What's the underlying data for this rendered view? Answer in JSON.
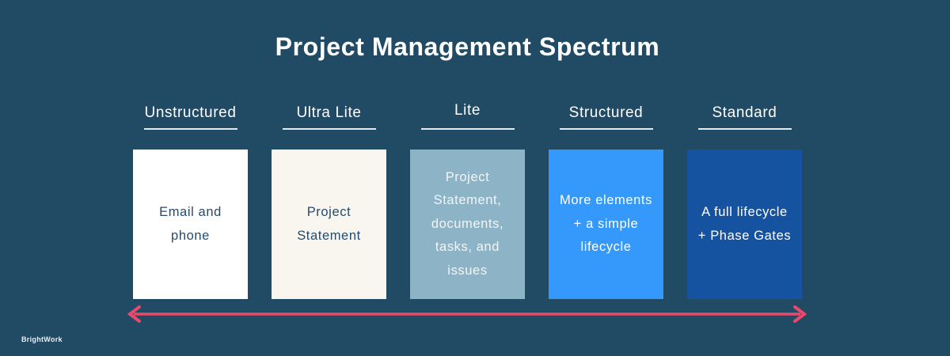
{
  "page": {
    "background": "#214A64",
    "title": "Project Management Spectrum"
  },
  "brand": {
    "logo_text": "BrightWork"
  },
  "spectrum": {
    "arrow_color": "#E9496B",
    "columns": [
      {
        "label": "Unstructured",
        "card_text": "Email and\nphone",
        "card_bg": "#FFFFFF",
        "card_text_color": "#254B6B"
      },
      {
        "label": "Ultra Lite",
        "card_text": "Project\nStatement",
        "card_bg": "#F9F6EF",
        "card_text_color": "#254B6B"
      },
      {
        "label": "Lite",
        "card_text": "Project\nStatement,\ndocuments,\ntasks, and\nissues",
        "card_bg": "#8DB4C6",
        "card_text_color": "#F2F5F6"
      },
      {
        "label": "Structured",
        "card_text": "More elements\n+ a simple\nlifecycle",
        "card_bg": "#3598FB",
        "card_text_color": "#FFFFFF"
      },
      {
        "label": "Standard",
        "card_text": "A full lifecycle\n+ Phase Gates",
        "card_bg": "#1552A0",
        "card_text_color": "#FFFFFF"
      }
    ]
  }
}
